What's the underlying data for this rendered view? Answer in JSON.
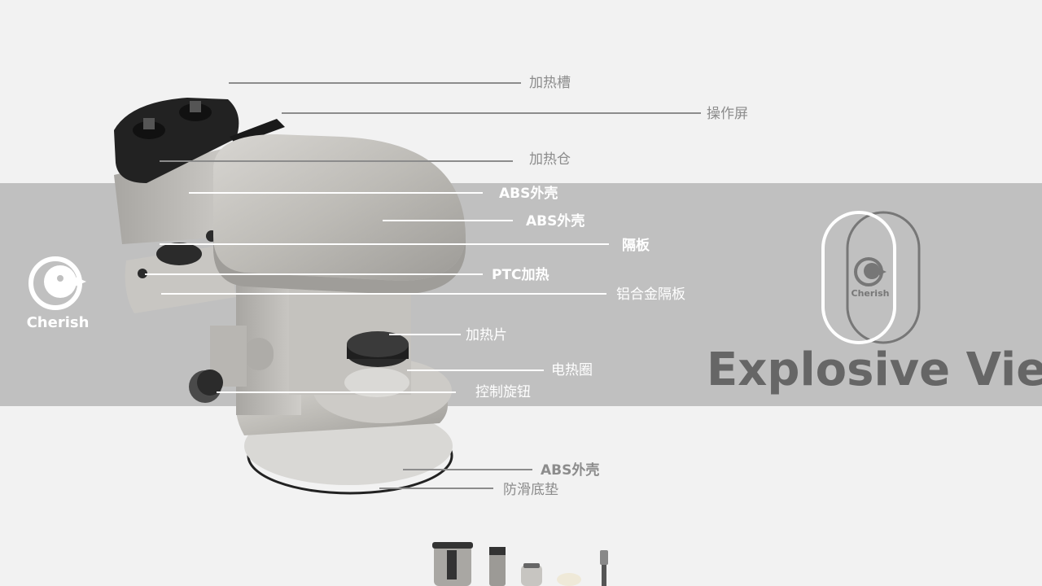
{
  "brand": {
    "name": "Cherish"
  },
  "headline": "Explosive View",
  "callouts": [
    {
      "id": "heating-slot",
      "text": "加热槽"
    },
    {
      "id": "control-screen",
      "text": "操作屏"
    },
    {
      "id": "heating-chamber",
      "text": "加热仓"
    },
    {
      "id": "abs-shell-upper",
      "text": "ABS外壳"
    },
    {
      "id": "abs-shell-middle",
      "text": "ABS外壳"
    },
    {
      "id": "partition",
      "text": "隔板"
    },
    {
      "id": "ptc-heating",
      "text": "PTC加热"
    },
    {
      "id": "aluminum-partition",
      "text": "铝合金隔板"
    },
    {
      "id": "heating-plate",
      "text": "加热片"
    },
    {
      "id": "heating-coil",
      "text": "电热圈"
    },
    {
      "id": "control-knob",
      "text": "控制旋钮"
    },
    {
      "id": "abs-shell-bottom",
      "text": "ABS外壳"
    },
    {
      "id": "anti-slip-pad",
      "text": "防滑底垫"
    }
  ],
  "colors": {
    "band": "#c0c0c0",
    "background": "#f2f2f2",
    "headline": "#666666",
    "label_dark": "#8c8c8c",
    "label_light": "#ffffff"
  }
}
